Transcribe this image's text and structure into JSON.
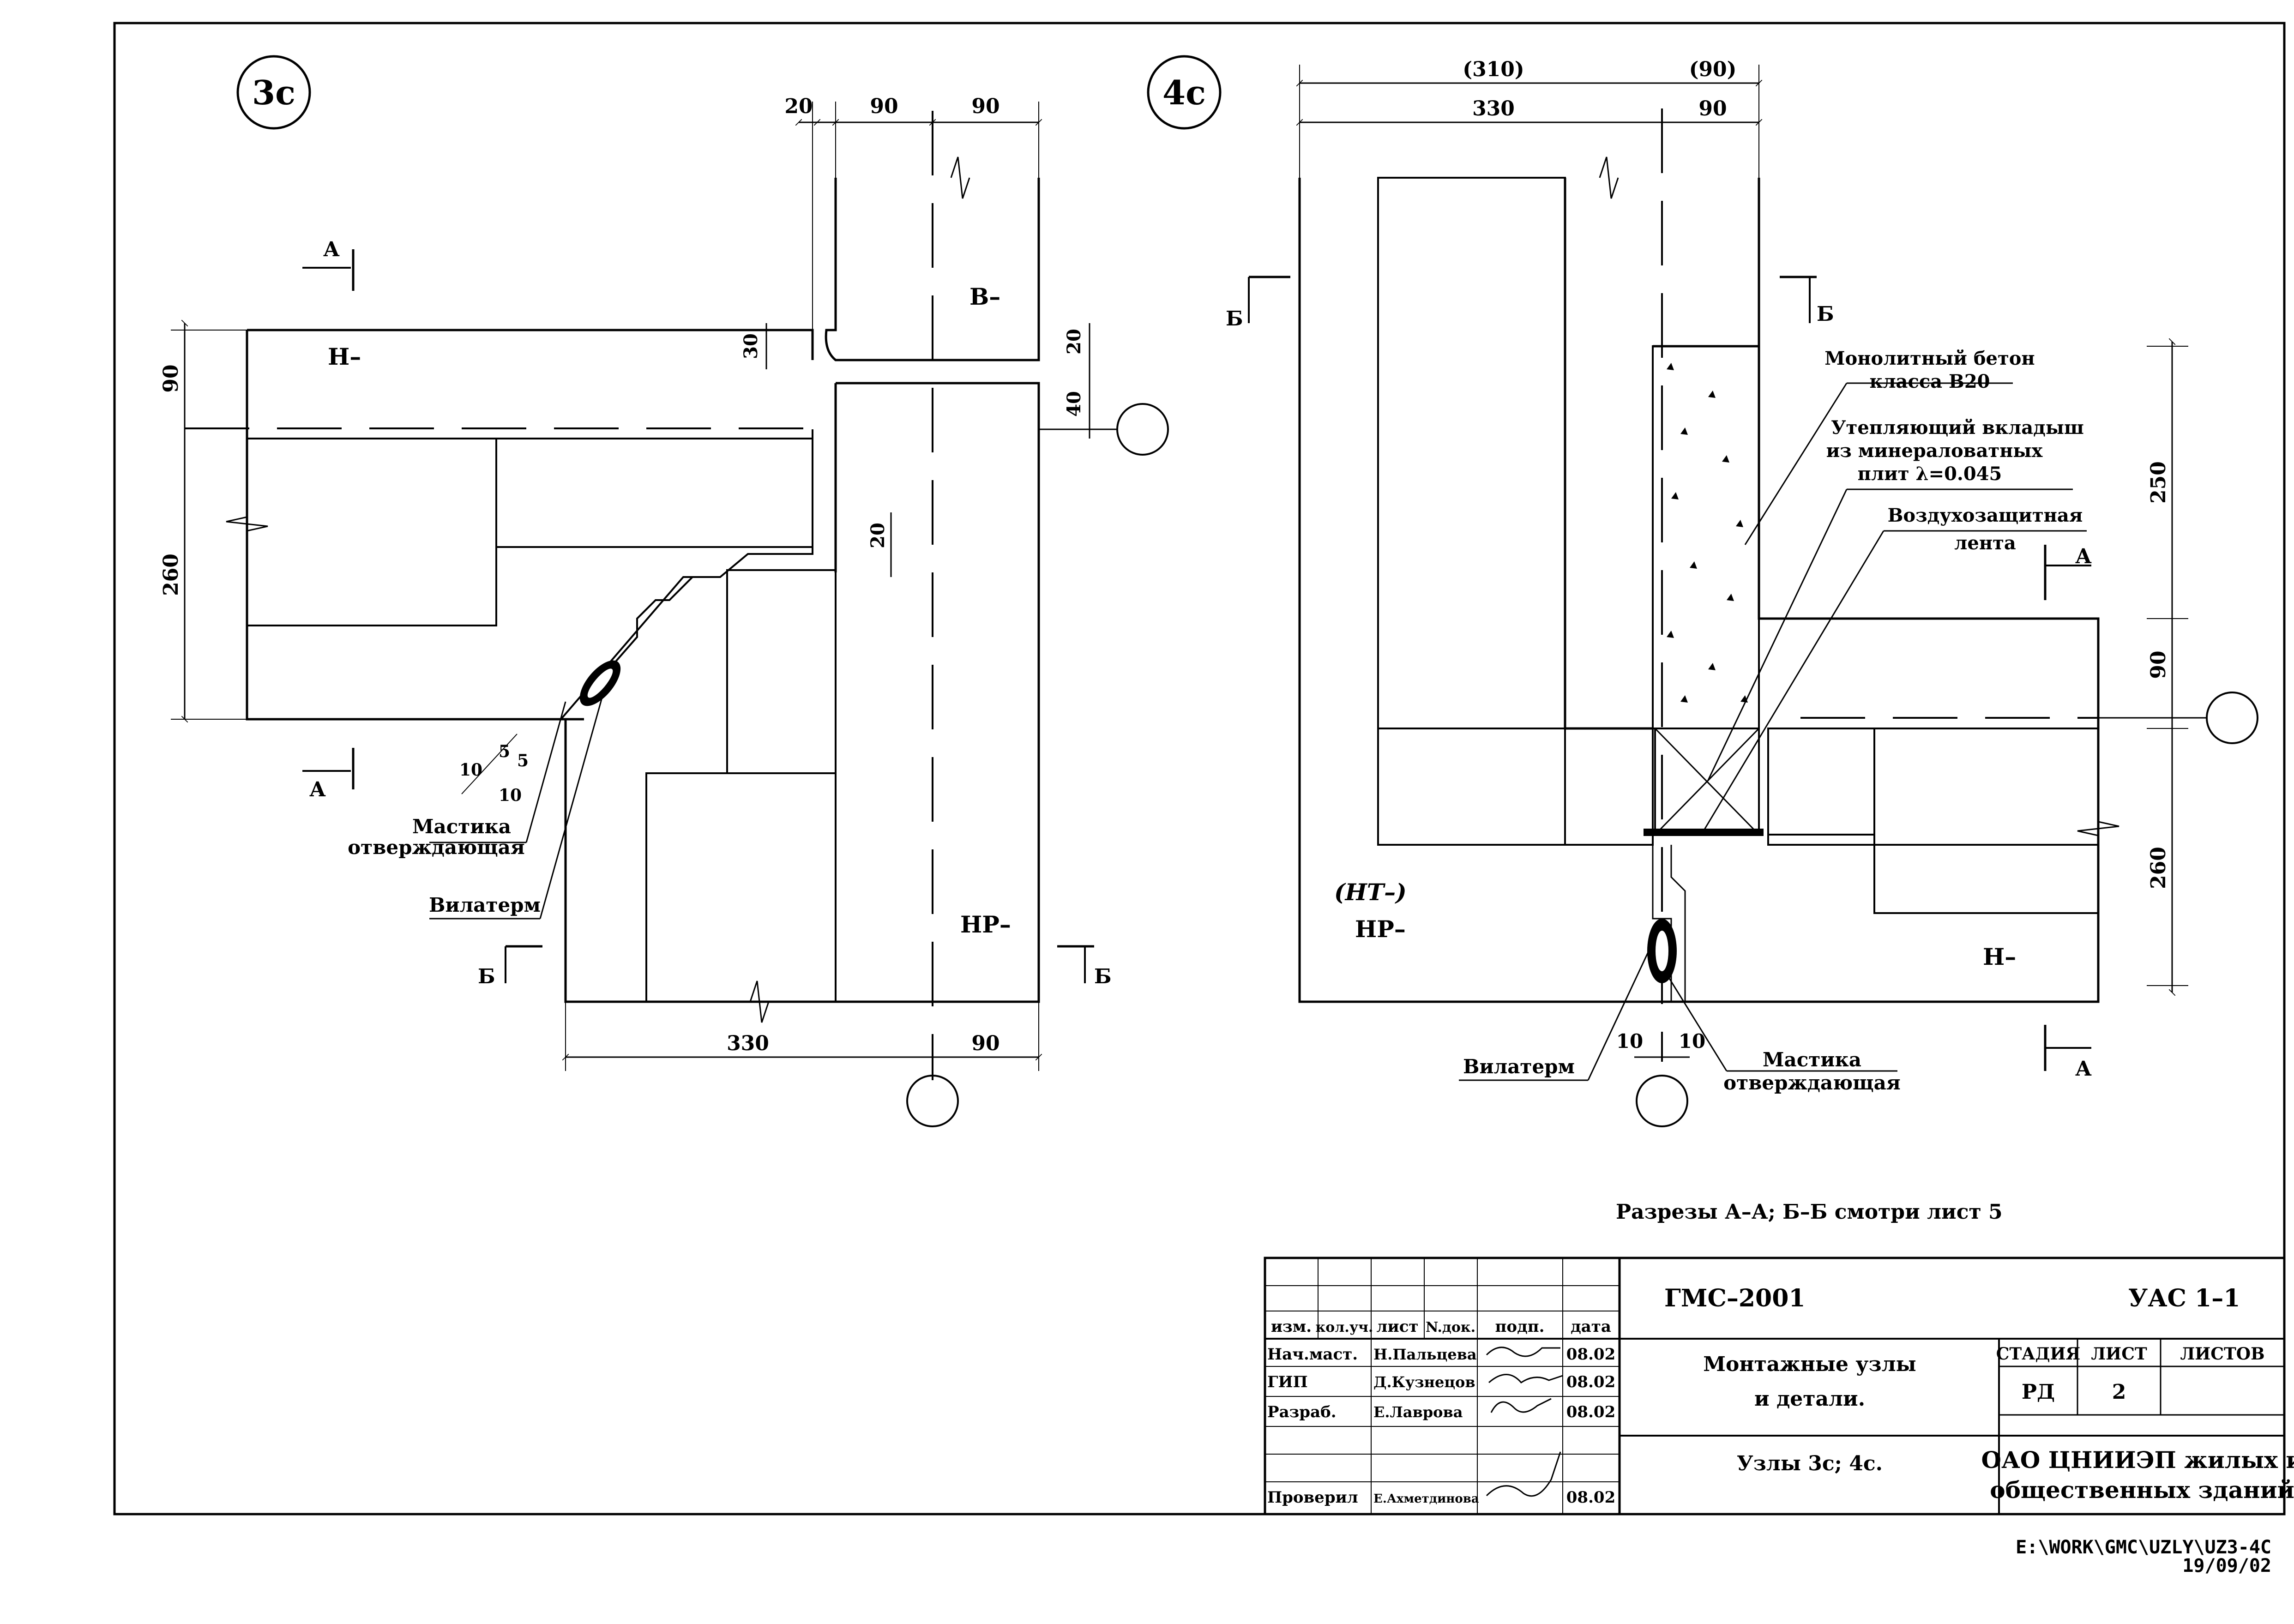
{
  "node_left": {
    "label": "3с",
    "dims_top": [
      "20",
      "90",
      "90"
    ],
    "dim_left_top": "90",
    "dim_left_bottom": "260",
    "dim_30": "30",
    "dim_20_right": "20",
    "dim_40_right": "40",
    "dim_20_inner": "20",
    "dims_bottom": [
      "330",
      "90"
    ],
    "joint_dims": [
      "5",
      "5",
      "10",
      "10"
    ],
    "panel_n": "Н–",
    "panel_v": "В–",
    "panel_nr": "НР–",
    "section_a": "А",
    "section_b": "Б",
    "callout_mastika_1": "Мастика",
    "callout_mastika_2": "отверждающая",
    "callout_vilaterm": "Вилатерм"
  },
  "node_right": {
    "label": "4с",
    "dims_top_paren": [
      "(310)",
      "(90)"
    ],
    "dims_top": [
      "330",
      "90"
    ],
    "dims_right": [
      "250",
      "90",
      "260"
    ],
    "dims_bottom": [
      "10",
      "10"
    ],
    "panel_nt": "(НТ–)",
    "panel_nr": "НР–",
    "panel_n": "Н–",
    "section_a": "А",
    "section_b": "Б",
    "callout_concrete_1": "Монолитный бетон",
    "callout_concrete_2": "класса B20",
    "callout_insert_1": "Утепляющий вкладыш",
    "callout_insert_2": "из минераловатных",
    "callout_insert_3": "плит λ=0.045",
    "callout_tape_1": "Воздухозащитная",
    "callout_tape_2": "лента",
    "callout_vilaterm": "Вилатерм",
    "callout_mastika_1": "Мастика",
    "callout_mastika_2": "отверждающая"
  },
  "note": "Разрезы А–А; Б–Б смотри лист 5",
  "title_block": {
    "headers": [
      "изм.",
      "кол.уч.",
      "лист",
      "N.док.",
      "подп.",
      "дата"
    ],
    "rows": [
      {
        "role": "Нач.маст.",
        "name": "Н.Пальцева",
        "date": "08.02"
      },
      {
        "role": "ГИП",
        "name": "Д.Кузнецов",
        "date": "08.02"
      },
      {
        "role": "Разраб.",
        "name": "Е.Лаврова",
        "date": "08.02"
      },
      {
        "role": "Проверил",
        "name": "Е.Ахметдинова",
        "date": "08.02"
      }
    ],
    "project": "ГМС–2001",
    "code": "УАС 1–1",
    "title_1": "Монтажные узлы",
    "title_2": "и детали.",
    "stage_header": "СТАДИЯ",
    "sheet_header": "ЛИСТ",
    "sheets_header": "ЛИСТОВ",
    "stage": "РД",
    "sheet": "2",
    "sheets": "",
    "subtitle": "Узлы 3с; 4с.",
    "org_1": "ОАО ЦНИИЭП жилых и",
    "org_2": "общественных зданий"
  },
  "file_path": "E:\\WORK\\GMC\\UZLY\\UZ3-4C",
  "file_date": "19/09/02"
}
